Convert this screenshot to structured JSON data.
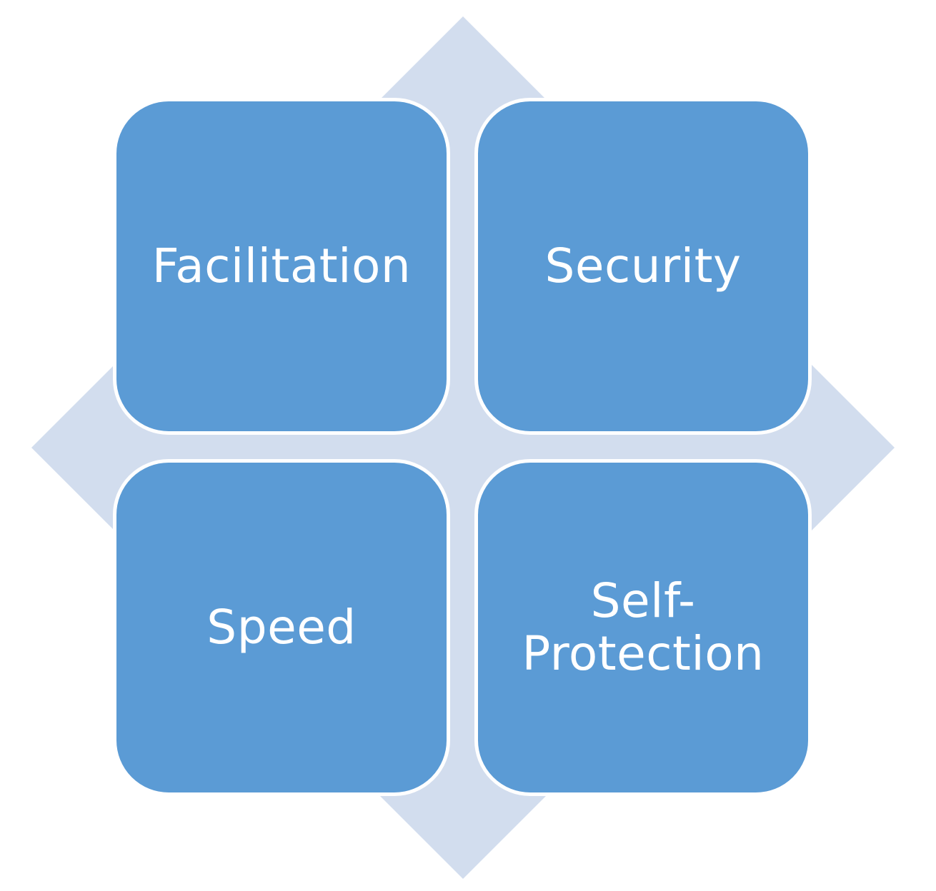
{
  "colors": {
    "tile_fill": "#5b9bd5",
    "tile_border": "#ffffff",
    "diamond_fill": "#d2ddee",
    "text": "#ffffff"
  },
  "diagram": {
    "type": "matrix-grid-on-diamond",
    "quadrants": {
      "top_left": "Facilitation",
      "top_right": "Security",
      "bottom_left": "Speed",
      "bottom_right": "Self-\nProtection"
    }
  }
}
